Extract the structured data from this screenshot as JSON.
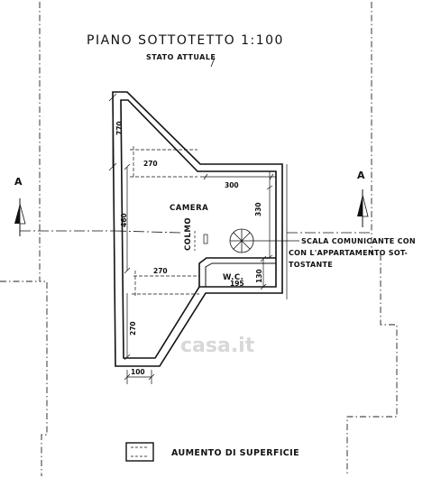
{
  "title": "PIANO SOTTOTETTO 1:100",
  "subtitle": "STATO ATTUALE",
  "rooms": {
    "camera": "CAMERA",
    "colmo": "COLMO",
    "wc": "W.C."
  },
  "dimensions": {
    "d770": "770",
    "d270_top": "270",
    "d300": "300",
    "d330": "330",
    "d460": "460",
    "d270_mid": "270",
    "d130": "130",
    "d195": "195",
    "d270_left": "270",
    "d100": "100"
  },
  "stair_note": {
    "line1": "SCALA COMUNICANTE CON",
    "line2": "CON L'APPARTAMENTO SOT-",
    "line3": "TOSTANTE"
  },
  "section_marks": {
    "left": "A",
    "right": "A"
  },
  "legend": {
    "label": "AUMENTO DI SUPERFICIE"
  },
  "watermark": "casa.it",
  "colors": {
    "ink": "#111111",
    "watermark": "#d8d8d8",
    "background": "#ffffff"
  }
}
